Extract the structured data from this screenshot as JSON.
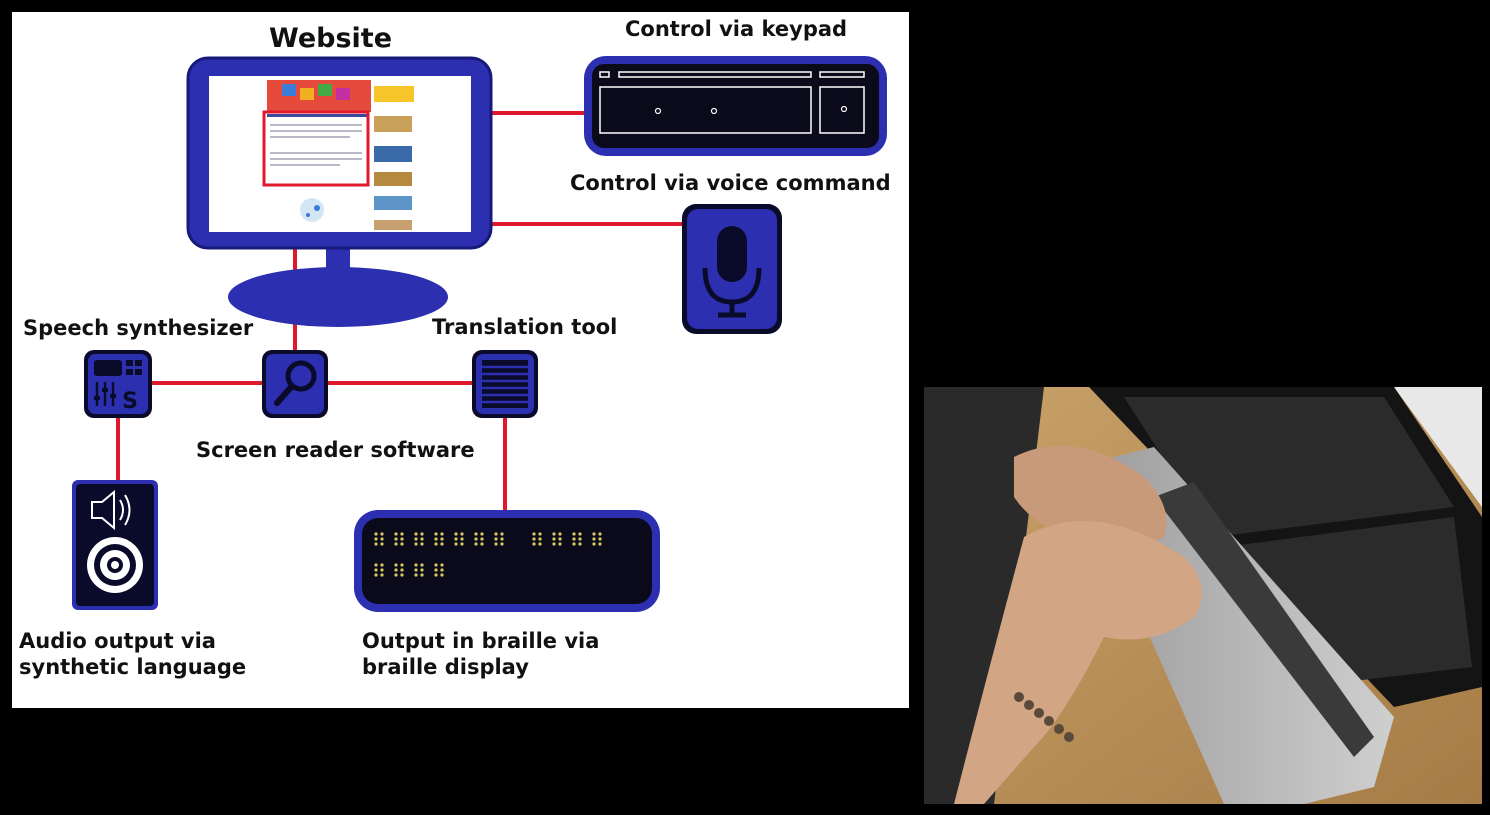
{
  "diagram": {
    "website_label": "Website",
    "keypad_label": "Control via keypad",
    "voice_label": "Control via voice command",
    "speech_synth_label": "Speech synthesizer",
    "translation_label": "Translation tool",
    "screen_reader_label": "Screen reader software",
    "audio_output_label": [
      "Audio output via",
      "synthetic language"
    ],
    "braille_output_label": [
      "Output in braille via",
      "braille display"
    ]
  },
  "icons": {
    "monitor": "monitor-icon",
    "keypad": "keypad-icon",
    "microphone": "microphone-icon",
    "speech_synthesizer": "mixer-icon",
    "screen_reader": "magnifier-icon",
    "translation": "list-lines-icon",
    "speaker": "speaker-icon",
    "braille_display": "braille-display-icon"
  },
  "colors": {
    "icon_fill": "#2b2fb0",
    "icon_dark": "#0a0a2a",
    "connector": "#e0182e",
    "braille_dots": "#d8c85a",
    "background": "#000000"
  },
  "photo": {
    "subject": "hands-on-braille-display-photo"
  }
}
